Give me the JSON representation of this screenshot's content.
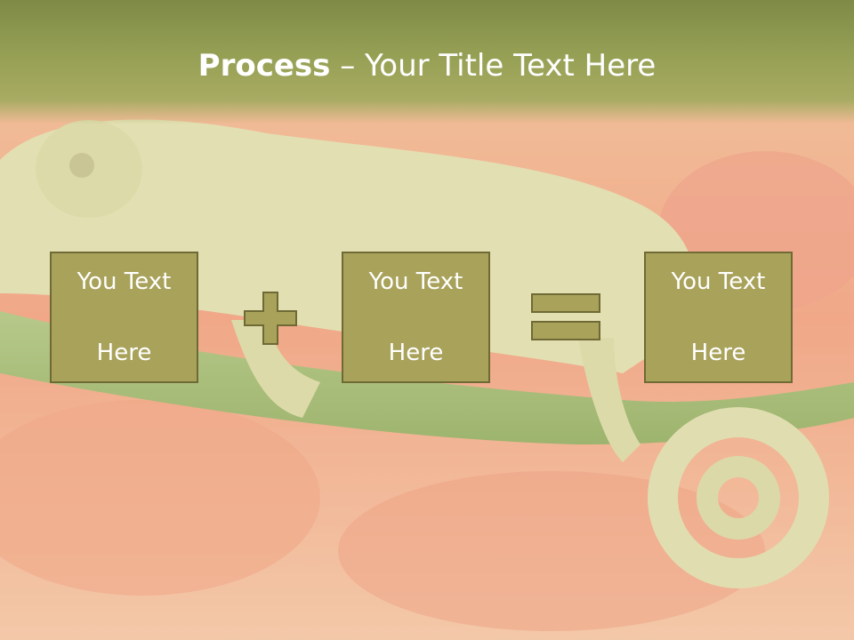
{
  "slide": {
    "title_bold": "Process",
    "title_dash": " – ",
    "title_rest": "Your Title Text Here",
    "boxes": [
      {
        "line1": "You Text",
        "line2": "Here"
      },
      {
        "line1": "You Text",
        "line2": "Here"
      },
      {
        "line1": "You Text",
        "line2": "Here"
      }
    ],
    "operators": [
      "plus-icon",
      "equals-icon"
    ]
  },
  "colors": {
    "title_band": "#8a9450",
    "box_fill": "#a9a25b",
    "box_border": "#6f6a35",
    "text": "#ffffff"
  }
}
